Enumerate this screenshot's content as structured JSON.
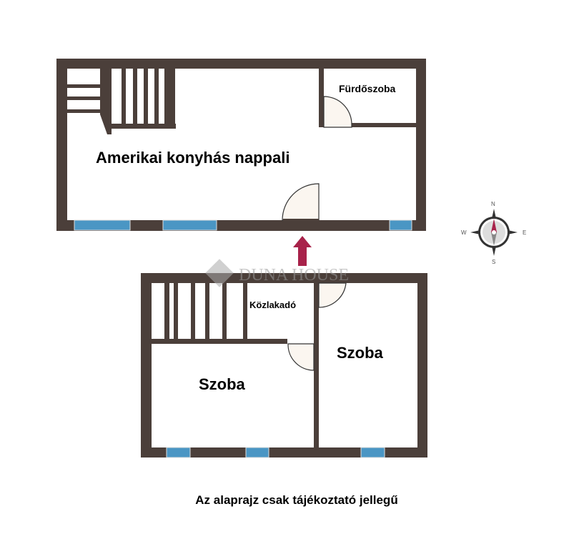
{
  "floor_upper": {
    "rooms": [
      {
        "name": "Amerikai konyhás nappali"
      },
      {
        "name": "Fürdőszoba"
      }
    ]
  },
  "floor_lower": {
    "rooms": [
      {
        "name": "Közlakadó"
      },
      {
        "name": "Szoba"
      },
      {
        "name": "Szoba"
      }
    ]
  },
  "watermark": "DUNA HOUSE",
  "compass": {
    "n": "N",
    "e": "E",
    "s": "S",
    "w": "W"
  },
  "caption": "Az alaprajz csak tájékoztató jellegű",
  "colors": {
    "wall": "#4b3f3a",
    "window": "#4a96c4",
    "arrow": "#a8224a",
    "door": "#fbf6f0"
  }
}
